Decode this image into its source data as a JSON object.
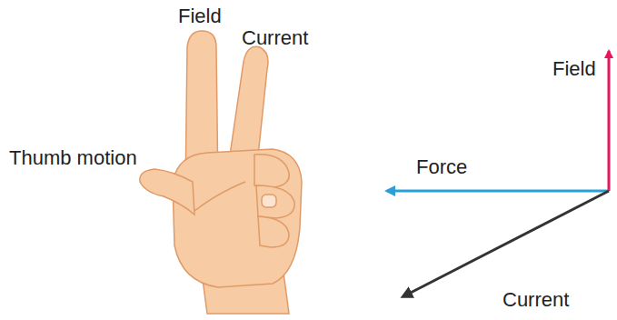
{
  "diagram": {
    "labels": [
      "Field",
      "Current",
      "Thumb motion",
      "Field",
      "Force",
      "Current"
    ]
  }
}
